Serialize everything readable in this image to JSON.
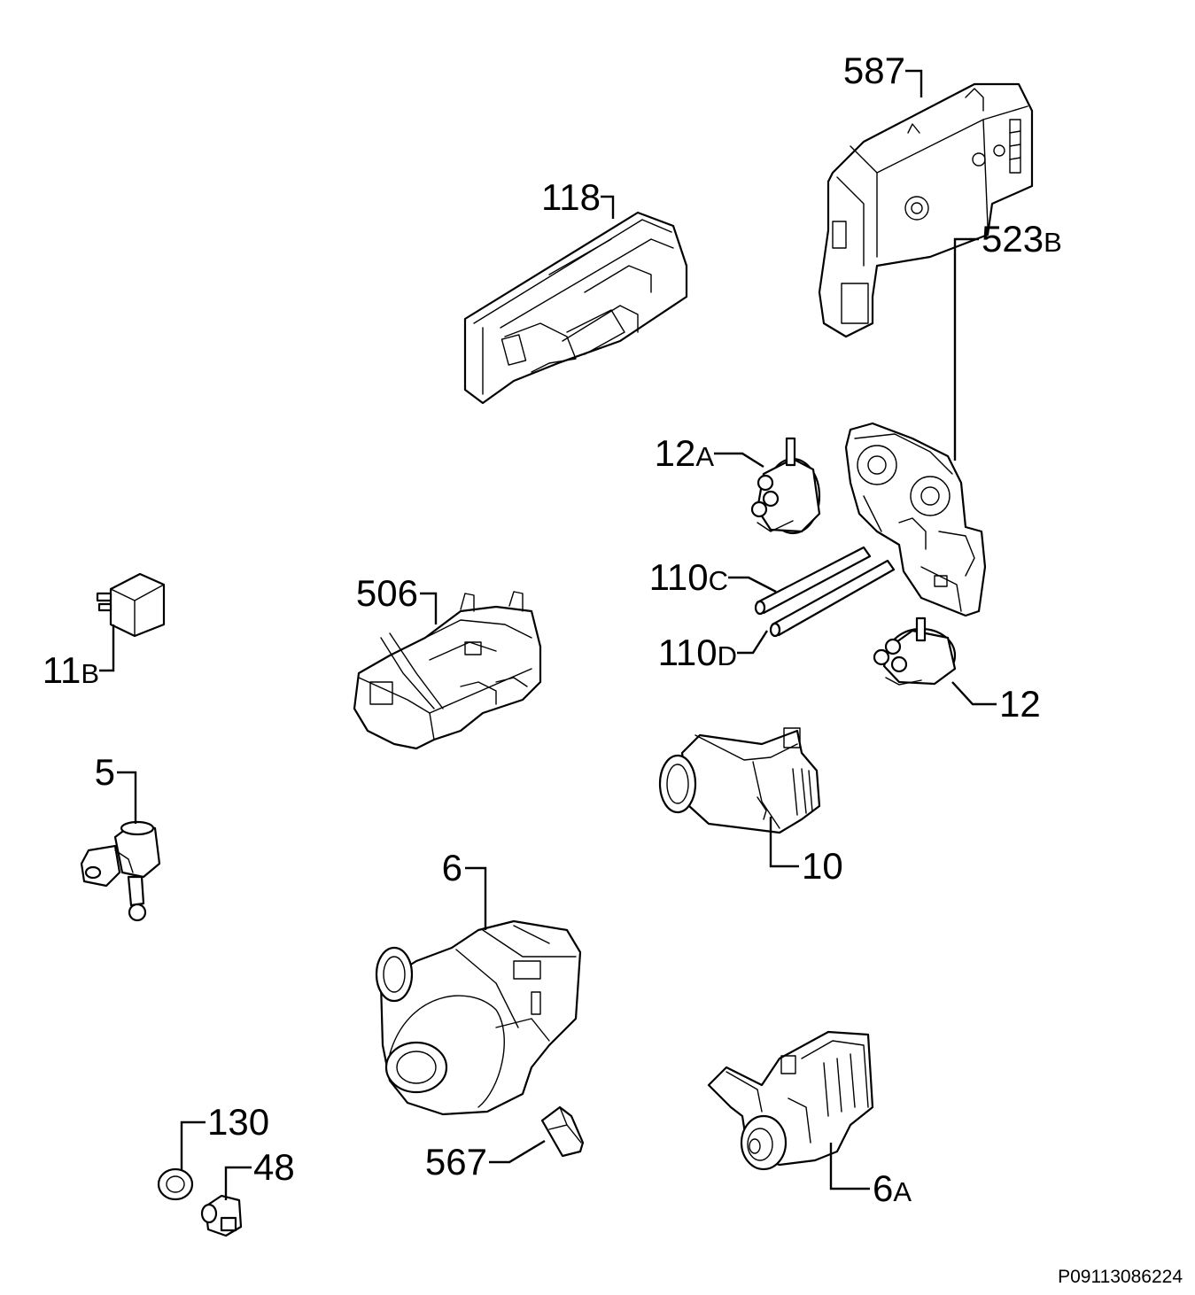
{
  "drawing_code": "P09113086224",
  "callouts": {
    "p587": {
      "num": "587",
      "suffix": ""
    },
    "p118": {
      "num": "118",
      "suffix": ""
    },
    "p523b": {
      "num": "523",
      "suffix": "B"
    },
    "p12a": {
      "num": "12",
      "suffix": "A"
    },
    "p110c": {
      "num": "110",
      "suffix": "C"
    },
    "p506": {
      "num": "506",
      "suffix": ""
    },
    "p110d": {
      "num": "110",
      "suffix": "D"
    },
    "p11b": {
      "num": "11",
      "suffix": "B"
    },
    "p12": {
      "num": "12",
      "suffix": ""
    },
    "p5": {
      "num": "5",
      "suffix": ""
    },
    "p10": {
      "num": "10",
      "suffix": ""
    },
    "p6": {
      "num": "6",
      "suffix": ""
    },
    "p130": {
      "num": "130",
      "suffix": ""
    },
    "p48": {
      "num": "48",
      "suffix": ""
    },
    "p567": {
      "num": "567",
      "suffix": ""
    },
    "p6a": {
      "num": "6",
      "suffix": "A"
    }
  }
}
